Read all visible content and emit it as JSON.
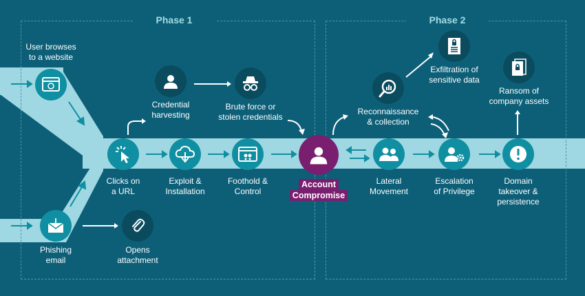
{
  "phases": [
    {
      "title": "Phase 1"
    },
    {
      "title": "Phase 2"
    }
  ],
  "labels": {
    "user_browses": [
      "User browses",
      "to a website"
    ],
    "phishing": [
      "Phishing",
      "email"
    ],
    "opens_attachment": [
      "Opens",
      "attachment"
    ],
    "credential_harvesting": [
      "Credential",
      "harvesting"
    ],
    "brute_force": [
      "Brute force or",
      "stolen credentials"
    ],
    "clicks_url": [
      "Clicks on",
      "a URL"
    ],
    "exploit": [
      "Exploit &",
      "Installation"
    ],
    "foothold": [
      "Foothold &",
      "Control"
    ],
    "account_compromise": [
      "Account",
      "Compromise"
    ],
    "recon": [
      "Reconnaissance",
      "& collection"
    ],
    "exfiltration": [
      "Exfiltration of",
      "sensitive data"
    ],
    "ransom": [
      "Ransom of",
      "company assets"
    ],
    "lateral": [
      "Lateral",
      "Movement"
    ],
    "escalation": [
      "Escalation",
      "of Privilege"
    ],
    "domain": [
      "Domain",
      "takeover &",
      "persistence"
    ]
  },
  "icons": {
    "user_browses": "browser-window-icon",
    "phishing": "envelope-hook-icon",
    "opens_attachment": "paperclip-icon",
    "credential_harvesting": "user-icon",
    "brute_force": "spy-icon",
    "clicks_url": "cursor-click-icon",
    "exploit": "cloud-download-icon",
    "foothold": "control-window-icon",
    "account_compromise": "user-icon",
    "recon": "magnifier-chart-icon",
    "exfiltration": "document-lock-icon",
    "ransom": "document-lock-icon",
    "lateral": "users-icon",
    "escalation": "user-gear-icon",
    "domain": "exclamation-icon"
  },
  "colors": {
    "background": "#0d5f78",
    "band": "#9fd8e2",
    "highlight": "#7a1f6f",
    "node_dark": "#0a4b5e",
    "node_band": "#0f8fa1"
  }
}
